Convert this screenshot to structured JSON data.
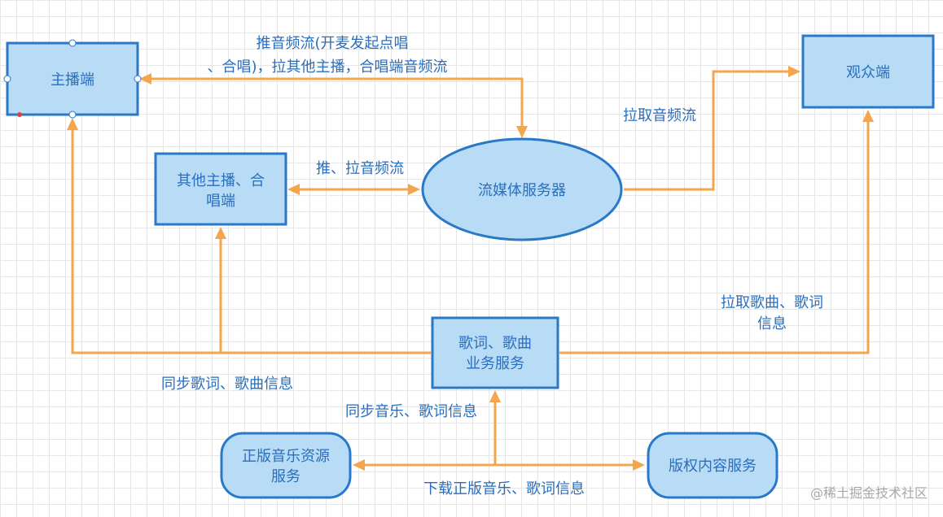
{
  "nodes": {
    "anchor": "主播端",
    "audience": "观众端",
    "other_anchors": [
      "其他主播、合",
      "唱端"
    ],
    "media_server": "流媒体服务器",
    "lyrics_service": [
      "歌词、歌曲",
      "业务服务"
    ],
    "music_resource": [
      "正版音乐资源",
      "服务"
    ],
    "copyright_service": "版权内容服务"
  },
  "edges": {
    "push_chorus": [
      "推音频流(开麦发起点唱",
      "、合唱)，拉其他主播，合唱端音频流"
    ],
    "push_pull": "推、拉音频流",
    "pull_audio": "拉取音频流",
    "pull_song_lyrics": [
      "拉取歌曲、歌词",
      "信息"
    ],
    "sync_lyrics_song": "同步歌词、歌曲信息",
    "sync_music_lyrics": "同步音乐、歌词信息",
    "download_music": "下载正版音乐、歌词信息"
  },
  "watermark": "@稀土掘金技术社区",
  "colors": {
    "node_fill": "#b8dcf6",
    "node_border": "#2a78c8",
    "edge": "#f5a54c",
    "text": "#2a6ebd"
  }
}
